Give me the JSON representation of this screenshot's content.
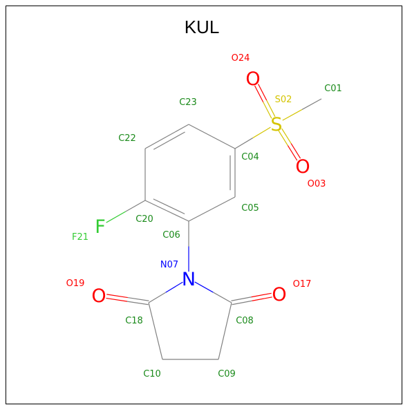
{
  "title": "KUL",
  "colors": {
    "bond": "#808080",
    "carbon_label": "#1a8a1a",
    "oxygen": "#ff0000",
    "nitrogen": "#0000ff",
    "sulfur": "#d4c400",
    "fluorine": "#33cc33"
  },
  "atoms": [
    {
      "id": "C01",
      "element": "C",
      "label": "C01"
    },
    {
      "id": "S02",
      "element": "S",
      "label": "S02",
      "symbol": "S"
    },
    {
      "id": "O03",
      "element": "O",
      "label": "O03",
      "symbol": "O"
    },
    {
      "id": "C04",
      "element": "C",
      "label": "C04"
    },
    {
      "id": "C05",
      "element": "C",
      "label": "C05"
    },
    {
      "id": "C06",
      "element": "C",
      "label": "C06"
    },
    {
      "id": "N07",
      "element": "N",
      "label": "N07",
      "symbol": "N"
    },
    {
      "id": "C08",
      "element": "C",
      "label": "C08"
    },
    {
      "id": "C09",
      "element": "C",
      "label": "C09"
    },
    {
      "id": "C10",
      "element": "C",
      "label": "C10"
    },
    {
      "id": "O17",
      "element": "O",
      "label": "O17",
      "symbol": "O"
    },
    {
      "id": "C18",
      "element": "C",
      "label": "C18"
    },
    {
      "id": "O19",
      "element": "O",
      "label": "O19",
      "symbol": "O"
    },
    {
      "id": "C20",
      "element": "C",
      "label": "C20"
    },
    {
      "id": "F21",
      "element": "F",
      "label": "F21",
      "symbol": "F"
    },
    {
      "id": "C22",
      "element": "C",
      "label": "C22"
    },
    {
      "id": "C23",
      "element": "C",
      "label": "C23"
    },
    {
      "id": "O24",
      "element": "O",
      "label": "O24",
      "symbol": "O"
    }
  ],
  "bonds": [
    {
      "a": "C01",
      "b": "S02",
      "order": 1
    },
    {
      "a": "S02",
      "b": "O03",
      "order": 2
    },
    {
      "a": "S02",
      "b": "O24",
      "order": 2
    },
    {
      "a": "S02",
      "b": "C04",
      "order": 1
    },
    {
      "a": "C04",
      "b": "C05",
      "order": 2
    },
    {
      "a": "C05",
      "b": "C06",
      "order": 1
    },
    {
      "a": "C06",
      "b": "C20",
      "order": 2
    },
    {
      "a": "C20",
      "b": "C22",
      "order": 1
    },
    {
      "a": "C22",
      "b": "C23",
      "order": 2
    },
    {
      "a": "C23",
      "b": "C04",
      "order": 1
    },
    {
      "a": "C20",
      "b": "F21",
      "order": 1
    },
    {
      "a": "C06",
      "b": "N07",
      "order": 1
    },
    {
      "a": "N07",
      "b": "C08",
      "order": 1
    },
    {
      "a": "N07",
      "b": "C18",
      "order": 1
    },
    {
      "a": "C08",
      "b": "O17",
      "order": 2
    },
    {
      "a": "C18",
      "b": "O19",
      "order": 2
    },
    {
      "a": "C08",
      "b": "C09",
      "order": 1
    },
    {
      "a": "C09",
      "b": "C10",
      "order": 1
    },
    {
      "a": "C10",
      "b": "C18",
      "order": 1
    }
  ]
}
